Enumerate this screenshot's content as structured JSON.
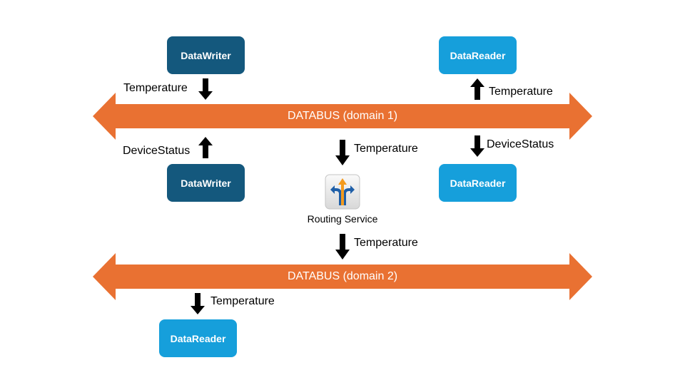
{
  "buses": [
    {
      "label": "DATABUS (domain 1)"
    },
    {
      "label": "DATABUS (domain 2)"
    }
  ],
  "boxes": {
    "writer_top": "DataWriter",
    "writer_mid": "DataWriter",
    "reader_top": "DataReader",
    "reader_mid": "DataReader",
    "reader_bottom": "DataReader"
  },
  "labels": {
    "writer_top_topic": "Temperature",
    "writer_mid_topic": "DeviceStatus",
    "reader_top_topic": "Temperature",
    "reader_mid_topic": "DeviceStatus",
    "routing_in_topic": "Temperature",
    "routing_out_topic": "Temperature",
    "reader_bottom_topic": "Temperature"
  },
  "routing_service": {
    "label": "Routing Service",
    "icon": "routing-service-icon"
  },
  "colors": {
    "bus": "#e97132",
    "writer": "#14587d",
    "reader": "#169fdb",
    "arrow": "#000000"
  }
}
